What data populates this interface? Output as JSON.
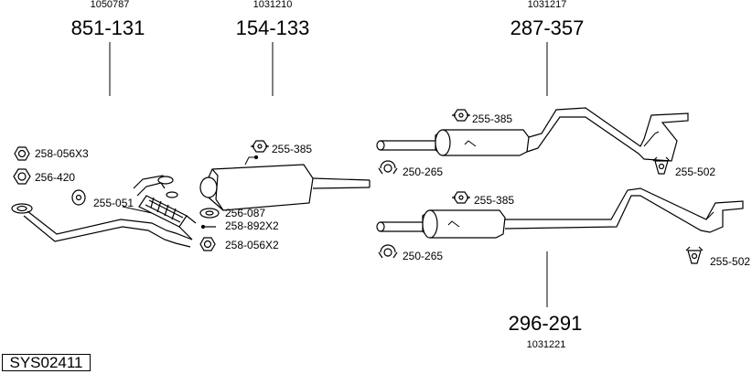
{
  "parts": {
    "p1": {
      "number": "851-131",
      "ref": "1050787"
    },
    "p2": {
      "number": "154-133",
      "ref": "1031210"
    },
    "p3": {
      "number": "287-357",
      "ref": "1031217"
    },
    "p4": {
      "number": "296-291",
      "ref": "1031221"
    }
  },
  "accessories": {
    "a1": "258-056X3",
    "a2": "256-420",
    "a3": "255-051",
    "a4": "256-087",
    "a5": "258-892X2",
    "a6": "258-056X2",
    "a7": "255-385",
    "a8": "255-385",
    "a9": "250-265",
    "a10": "255-502",
    "a11": "255-385",
    "a12": "250-265",
    "a13": "255-502"
  },
  "system_code": "SYS02411",
  "icons": [
    "hexagon-nut-icon",
    "ring-gasket-icon",
    "rubber-hanger-icon",
    "clamp-icon",
    "bolt-icon",
    "bracket-hanger-icon"
  ]
}
